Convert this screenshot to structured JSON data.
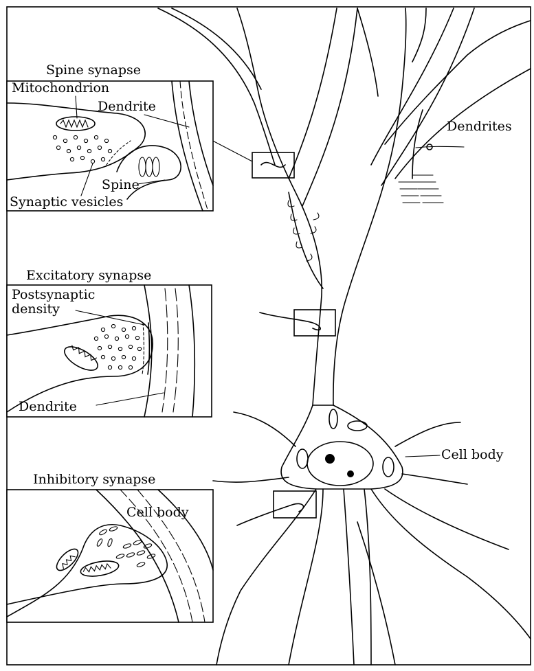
{
  "insets": {
    "spine": {
      "title": "Spine synapse",
      "mitochondrion": "Mitochondrion",
      "dendrite": "Dendrite",
      "spine": "Spine",
      "vesicles": "Synaptic vesicles"
    },
    "excitatory": {
      "title": "Excitatory synapse",
      "postsynaptic_1": "Postsynaptic",
      "postsynaptic_2": "density",
      "dendrite": "Dendrite"
    },
    "inhibitory": {
      "title": "Inhibitory synapse",
      "cell_body": "Cell body"
    }
  },
  "neuron": {
    "dendrites": "Dendrites",
    "cell_body": "Cell body"
  }
}
